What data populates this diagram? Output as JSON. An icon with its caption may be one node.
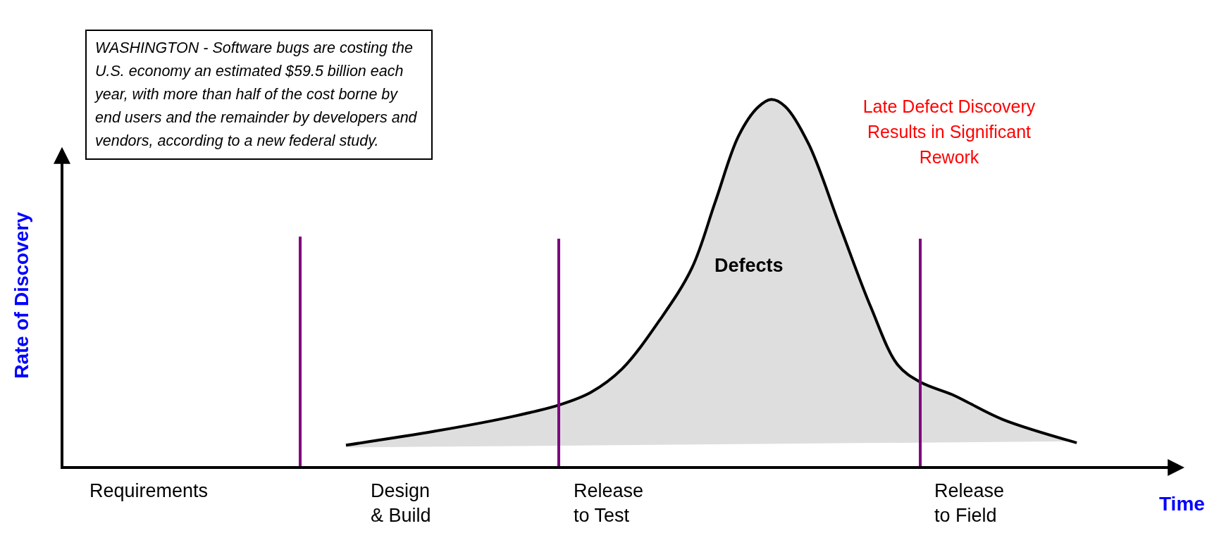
{
  "diagram": {
    "nodes": [
      {
        "text": [
          "WASHINGTON - Software bugs are costing the U.S. economy an estimated $59.5 billion each year, with more than half of the cost borne by end users and the remainder by developers and vendors, according to a new federal study."
        ]
      }
    ],
    "labels": [
      "Late Defect Discovery Results in Significant Rework",
      "Rate of Discovery",
      "Defects",
      "Requirements",
      "Design & Build",
      "Release to Test",
      "Release to Field",
      "Time"
    ]
  }
}
